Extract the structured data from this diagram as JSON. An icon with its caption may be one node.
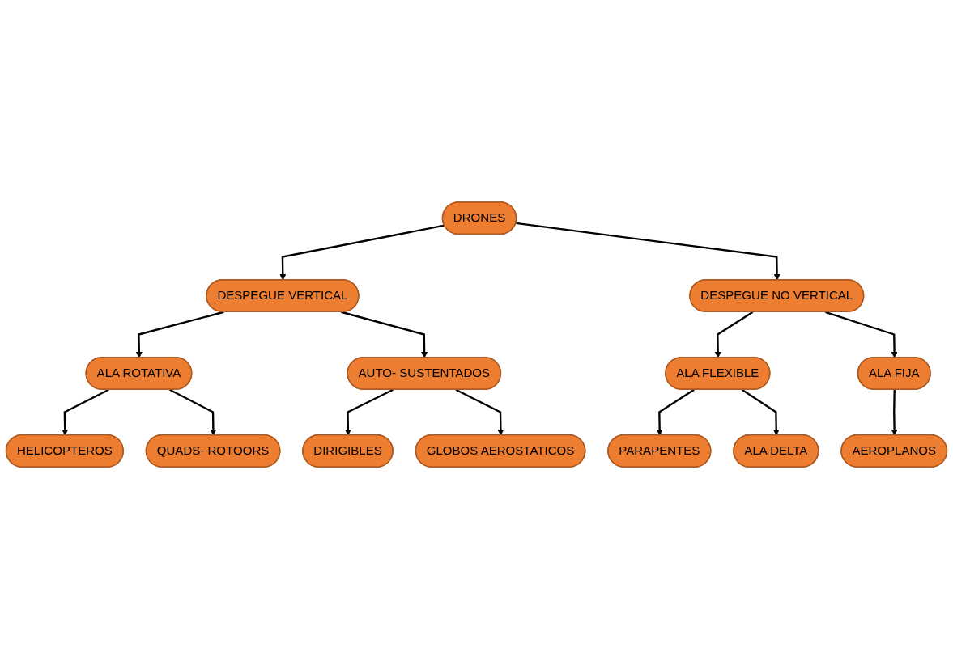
{
  "diagram": {
    "nodes": [
      {
        "text": [
          "DRONES"
        ]
      },
      {
        "text": [
          "DESPEGUE VERTICAL"
        ]
      },
      {
        "text": [
          "DESPEGUE NO VERTICAL"
        ]
      },
      {
        "text": [
          "ALA ROTATIVA"
        ]
      },
      {
        "text": [
          "AUTO- SUSTENTADOS"
        ]
      },
      {
        "text": [
          "ALA FLEXIBLE"
        ]
      },
      {
        "text": [
          "ALA FIJA"
        ]
      },
      {
        "text": [
          "HELICOPTEROS"
        ]
      },
      {
        "text": [
          "QUADS- ROTOORS"
        ]
      },
      {
        "text": [
          "DIRIGIBLES"
        ]
      },
      {
        "text": [
          "GLOBOS AEROSTATICOS"
        ]
      },
      {
        "text": [
          "PARAPENTES"
        ]
      },
      {
        "text": [
          "ALA DELTA"
        ]
      },
      {
        "text": [
          "AEROPLANOS"
        ]
      }
    ],
    "edges": [
      {
        "from": 0,
        "to": 1,
        "arrow": "to"
      },
      {
        "from": 0,
        "to": 2,
        "arrow": "to"
      },
      {
        "from": 1,
        "to": 3,
        "arrow": "to"
      },
      {
        "from": 1,
        "to": 4,
        "arrow": "to"
      },
      {
        "from": 2,
        "to": 5,
        "arrow": "to"
      },
      {
        "from": 2,
        "to": 6,
        "arrow": "to"
      },
      {
        "from": 3,
        "to": 7,
        "arrow": "to"
      },
      {
        "from": 3,
        "to": 8,
        "arrow": "to"
      },
      {
        "from": 4,
        "to": 9,
        "arrow": "to"
      },
      {
        "from": 4,
        "to": 10,
        "arrow": "to"
      },
      {
        "from": 5,
        "to": 11,
        "arrow": "to"
      },
      {
        "from": 5,
        "to": 12,
        "arrow": "to"
      },
      {
        "from": 6,
        "to": 13,
        "arrow": "to"
      }
    ]
  }
}
